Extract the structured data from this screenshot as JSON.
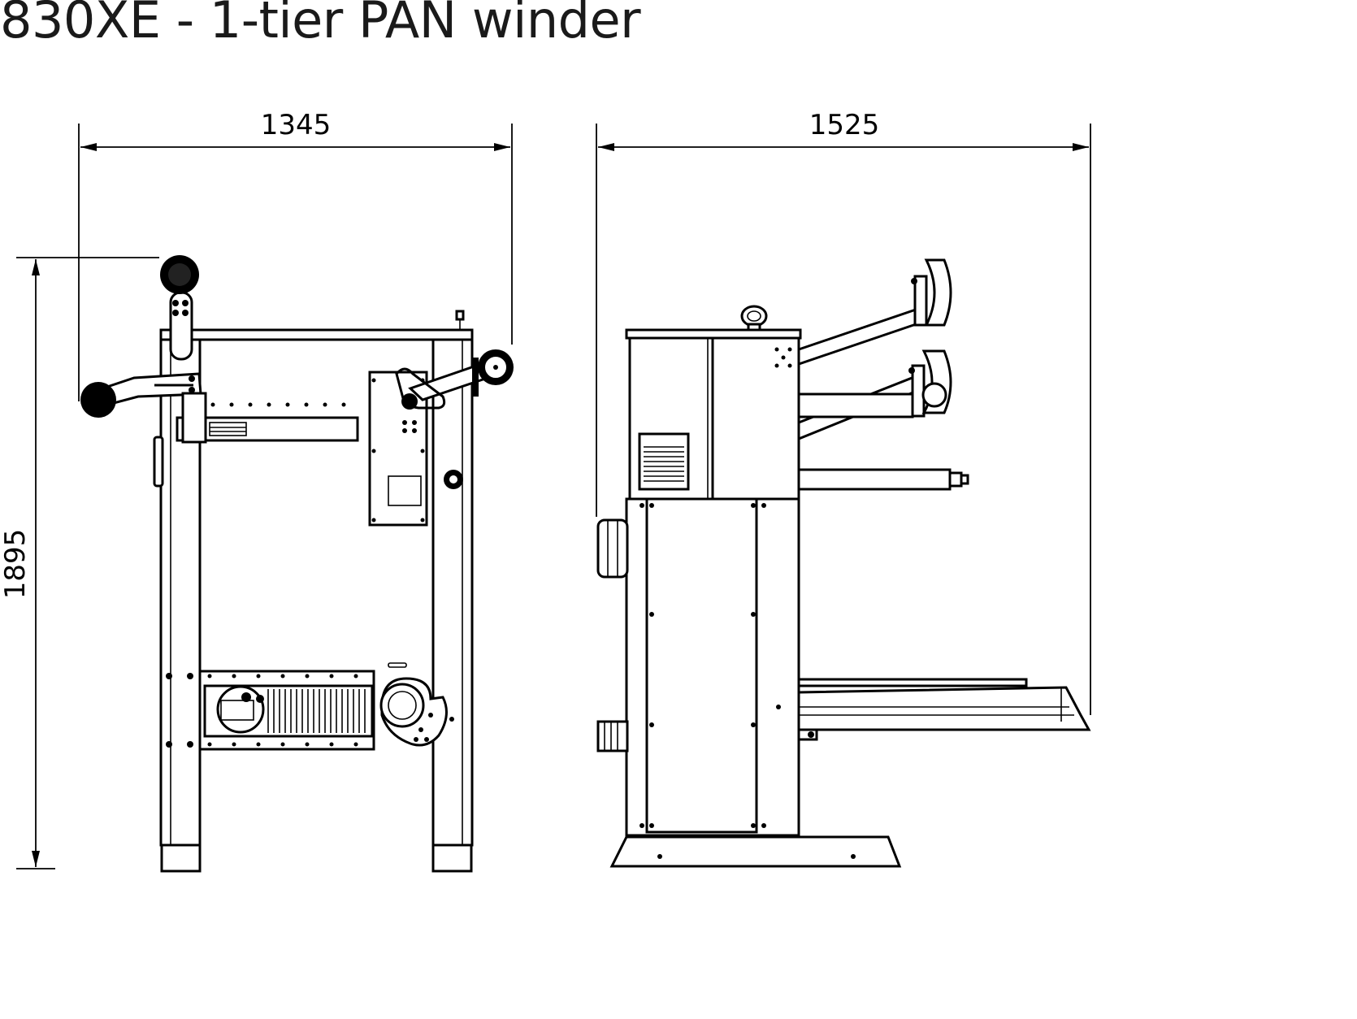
{
  "title": "830XE - 1-tier PAN winder",
  "dimensions": {
    "front_width": "1345",
    "side_width": "1525",
    "height": "1895"
  }
}
